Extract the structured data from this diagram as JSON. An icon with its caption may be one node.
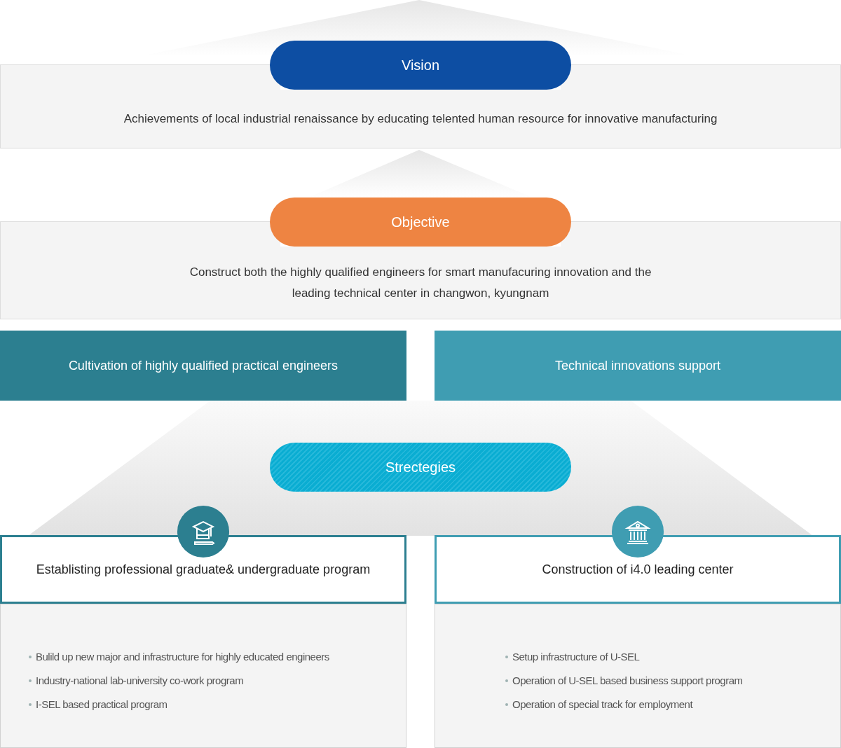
{
  "diagram": {
    "nodes": [
      {
        "text": [
          "Vision"
        ]
      },
      {
        "text": [
          "Achievements of local industrial renaissance by educating telented human resource for innovative manufacturing"
        ]
      },
      {
        "text": [
          "Objective"
        ]
      },
      {
        "text": [
          "Construct both the highly qualified engineers for smart manufacuring innovation and the leading technical center in changwon, kyungnam"
        ]
      },
      {
        "text": [
          "Cultivation of highly qualified practical engineers"
        ]
      },
      {
        "text": [
          "Technical innovations support"
        ]
      },
      {
        "text": [
          "Strectegies"
        ]
      },
      {
        "text": [
          "Establisting professional graduate& undergraduate program"
        ]
      },
      {
        "text": [
          "Bulild up new major and infrastructure for highly educated engineers",
          "Industry-national lab-university co-work program",
          "I-SEL based practical program"
        ]
      },
      {
        "text": [
          "Construction of i4.0 leading center"
        ]
      },
      {
        "text": [
          "Setup infrastructure of U-SEL",
          "Operation of U-SEL based business support program",
          "Operation of special track for employment"
        ]
      }
    ]
  }
}
